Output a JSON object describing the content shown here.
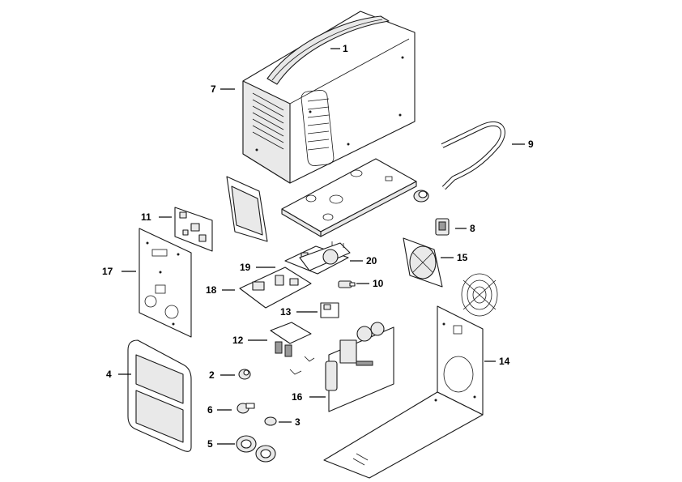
{
  "callouts": [
    {
      "id": "1",
      "text": "1"
    },
    {
      "id": "2",
      "text": "2"
    },
    {
      "id": "3",
      "text": "3"
    },
    {
      "id": "4",
      "text": "4"
    },
    {
      "id": "5",
      "text": "5"
    },
    {
      "id": "6",
      "text": "6"
    },
    {
      "id": "7",
      "text": "7"
    },
    {
      "id": "8",
      "text": "8"
    },
    {
      "id": "9",
      "text": "9"
    },
    {
      "id": "10",
      "text": "10"
    },
    {
      "id": "11",
      "text": "11"
    },
    {
      "id": "12",
      "text": "12"
    },
    {
      "id": "13",
      "text": "13"
    },
    {
      "id": "14",
      "text": "14"
    },
    {
      "id": "15",
      "text": "15"
    },
    {
      "id": "16",
      "text": "16"
    },
    {
      "id": "17",
      "text": "17"
    },
    {
      "id": "18",
      "text": "18"
    },
    {
      "id": "19",
      "text": "19"
    },
    {
      "id": "20",
      "text": "20"
    }
  ],
  "colors": {
    "line": "#1a1a1a",
    "fill": "#ffffff",
    "shade": "#e9e9e9",
    "dark": "#9a9a9a"
  }
}
